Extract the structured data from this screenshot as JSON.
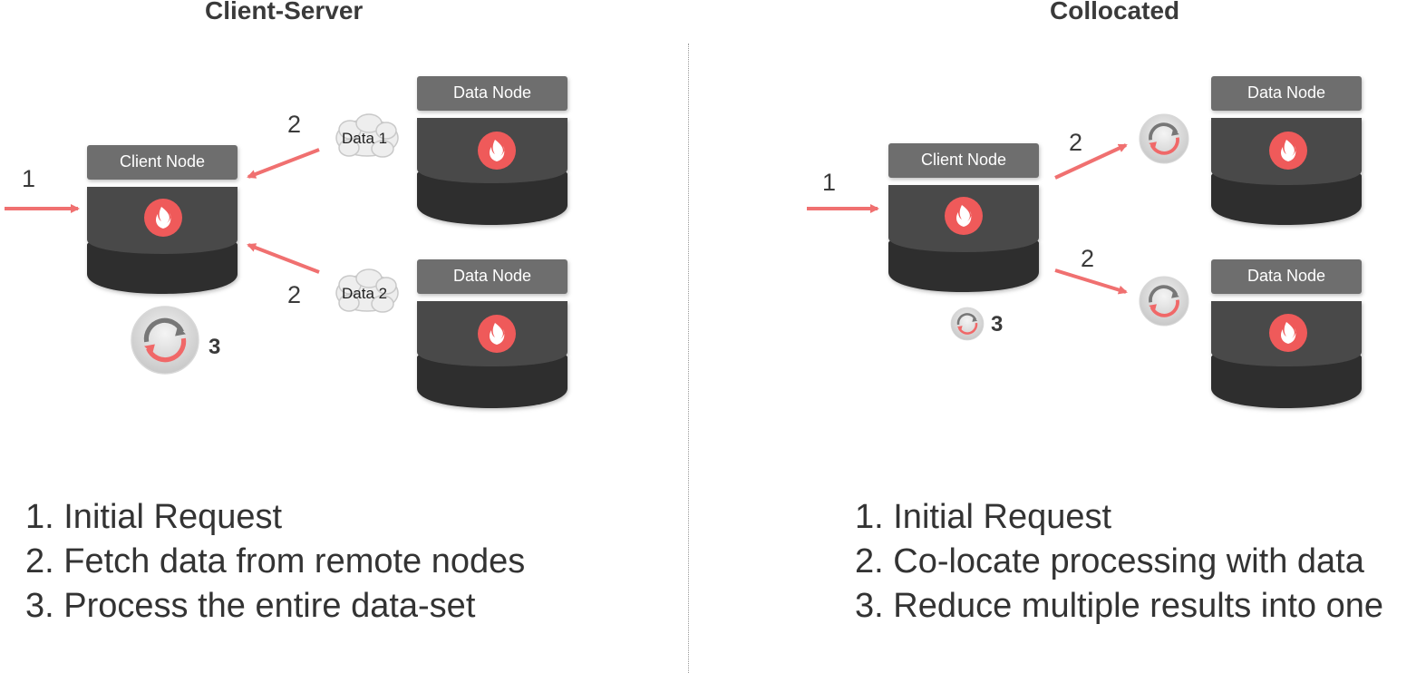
{
  "left": {
    "title": "Client-Server",
    "client_label": "Client Node",
    "data_node_top_label": "Data Node",
    "data_node_bottom_label": "Data Node",
    "step1": "1",
    "step2_top": "2",
    "step2_bottom": "2",
    "step3": "3",
    "cloud_top": "Data 1",
    "cloud_bottom": "Data 2",
    "list": [
      "1. Initial Request",
      "2. Fetch data from remote nodes",
      "3. Process the entire data-set"
    ]
  },
  "right": {
    "title": "Collocated",
    "client_label": "Client Node",
    "data_node_top_label": "Data Node",
    "data_node_bottom_label": "Data Node",
    "step1": "1",
    "step2_top": "2",
    "step2_bottom": "2",
    "step3": "3",
    "list": [
      "1. Initial Request",
      "2. Co-locate processing with data",
      "3. Reduce multiple results into one"
    ]
  },
  "colors": {
    "arrow": "#f07070",
    "node_header": "#6e6e6e",
    "node_body": "#4a4a4a",
    "node_disk": "#2e2e2e",
    "logo": "#ef5a5a"
  },
  "icons": [
    "flame-logo-icon",
    "refresh-cycle-icon",
    "cloud-icon",
    "arrow-icon"
  ]
}
